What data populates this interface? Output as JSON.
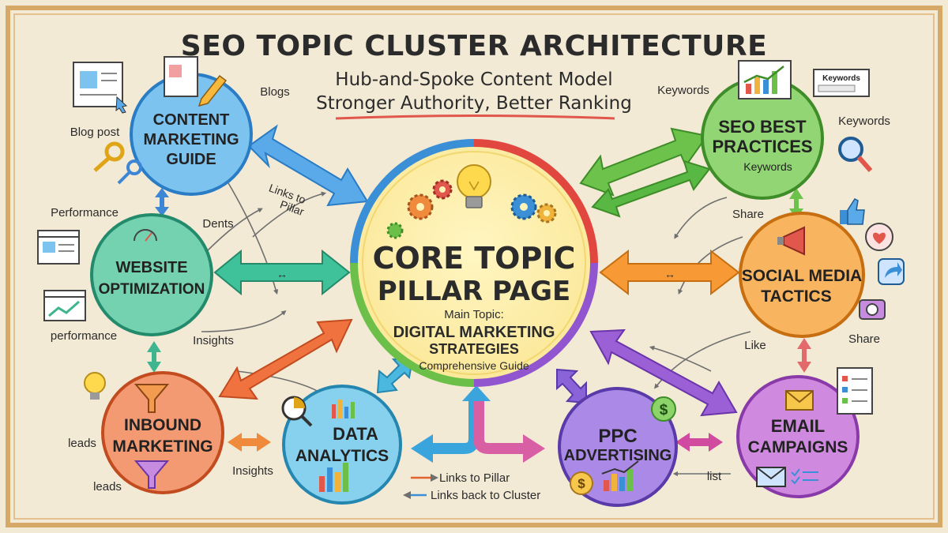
{
  "title": "SEO TOPIC CLUSTER ARCHITECTURE",
  "subtitle_1": "Hub-and-Spoke Content Model",
  "subtitle_2": "Stronger Authority, Better Ranking",
  "pillar": {
    "heading_1": "CORE TOPIC",
    "heading_2": "PILLAR PAGE",
    "main_topic_label": "Main Topic:",
    "topic_1": "DIGITAL MARKETING",
    "topic_2": "STRATEGIES",
    "caption": "Comprehensive Guide"
  },
  "clusters": {
    "content_marketing": {
      "line_1": "CONTENT",
      "line_2": "MARKETING",
      "line_3": "GUIDE",
      "color": "#3d9be0"
    },
    "website_optimization": {
      "line_1": "WEBSITE",
      "line_2": "OPTIMIZATION",
      "color": "#3fb58f"
    },
    "inbound_marketing": {
      "line_1": "INBOUND",
      "line_2": "MARKETING",
      "color": "#ef6a3c"
    },
    "data_analytics": {
      "line_1": "DATA",
      "line_2": "ANALYTICS",
      "color": "#36a7d6"
    },
    "ppc_advertising": {
      "line_1": "PPC",
      "line_2": "ADVERTISING",
      "color": "#8a5fd3"
    },
    "email_campaigns": {
      "line_1": "EMAIL",
      "line_2": "CAMPAIGNS",
      "color": "#b25bc9"
    },
    "social_media": {
      "line_1": "SOCIAL MEDIA",
      "line_2": "TACTICS",
      "color": "#f79a35"
    },
    "seo_best_practices": {
      "line_1": "SEO BEST",
      "line_2": "PRACTICES",
      "sub": "Keywords",
      "color": "#6cc24a"
    }
  },
  "annotations": {
    "blogs": "Blogs",
    "blog_post": "Blog post",
    "performance_top": "Performance",
    "performance_bottom": "performance",
    "dents": "Dents",
    "links_to_pillar_1": "Links to",
    "links_to_pillar_2": "Pillar",
    "insights_mid": "Insights",
    "insights_low": "Insights",
    "leads_1": "leads",
    "leads_2": "leads",
    "keywords_1": "Keywords",
    "keywords_2": "Keywords",
    "keywords_icon_label": "Keywords",
    "share_1": "Share",
    "share_2": "Share",
    "like": "Like",
    "list": "list",
    "dollar": "$"
  },
  "legend": {
    "item_1": "Links to Pillar",
    "item_2": "Links back to Cluster"
  },
  "colors": {
    "background": "#f3ead6",
    "frame": "#d7a968",
    "pillar_fill": "#fdf3b6",
    "ink": "#2b2b2b",
    "underline": "#e2574c"
  },
  "icons": [
    "lightbulb-icon",
    "gear-icon",
    "key-icon",
    "document-icon",
    "pencil-icon",
    "gauge-icon",
    "funnel-icon",
    "magnifier-icon",
    "bar-chart-icon",
    "dollar-coin-icon",
    "envelope-icon",
    "checklist-icon",
    "thumbs-up-icon",
    "heart-icon",
    "megaphone-icon",
    "camera-icon",
    "share-icon",
    "browser-window-icon"
  ]
}
